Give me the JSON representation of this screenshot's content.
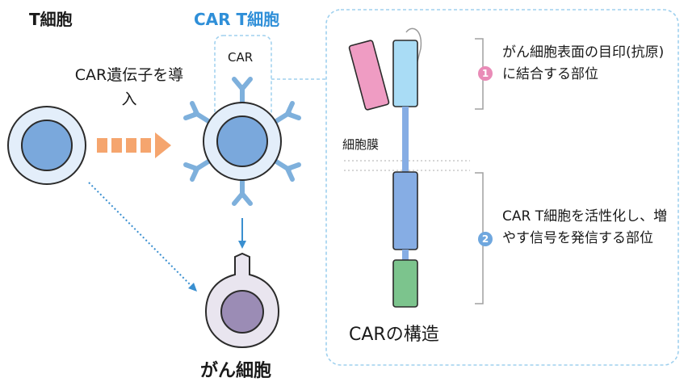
{
  "labels": {
    "t_cell": "T細胞",
    "car_t_cell": "CAR T細胞",
    "car": "CAR",
    "car_gene_intro": "CAR遺伝子を導入",
    "cell_membrane": "細胞膜",
    "car_structure": "CARの構造",
    "cancer_cell": "がん細胞"
  },
  "parts": [
    {
      "number": "1",
      "description": "がん細胞表面の目印(抗原)に結合する部位"
    },
    {
      "number": "2",
      "description": "CAR T細胞を活性化し、増やす信号を発信する部位"
    }
  ],
  "colors": {
    "accent_blue": "#2f8fd8",
    "cell_fill": "#7aa8dc",
    "cell_ring": "#e3eefa",
    "receptor": "#7eb0dc",
    "antigen_pink": "#ef9cc3",
    "light_blue_domain": "#a9dcf5",
    "signal_blue": "#86ade4",
    "green_domain": "#7cc48d",
    "cancer_purple": "#9b8cb5",
    "cancer_ring": "#e9e5ef",
    "arrow_orange": "#f5a56e",
    "dashed_border": "#9fd0ee"
  }
}
